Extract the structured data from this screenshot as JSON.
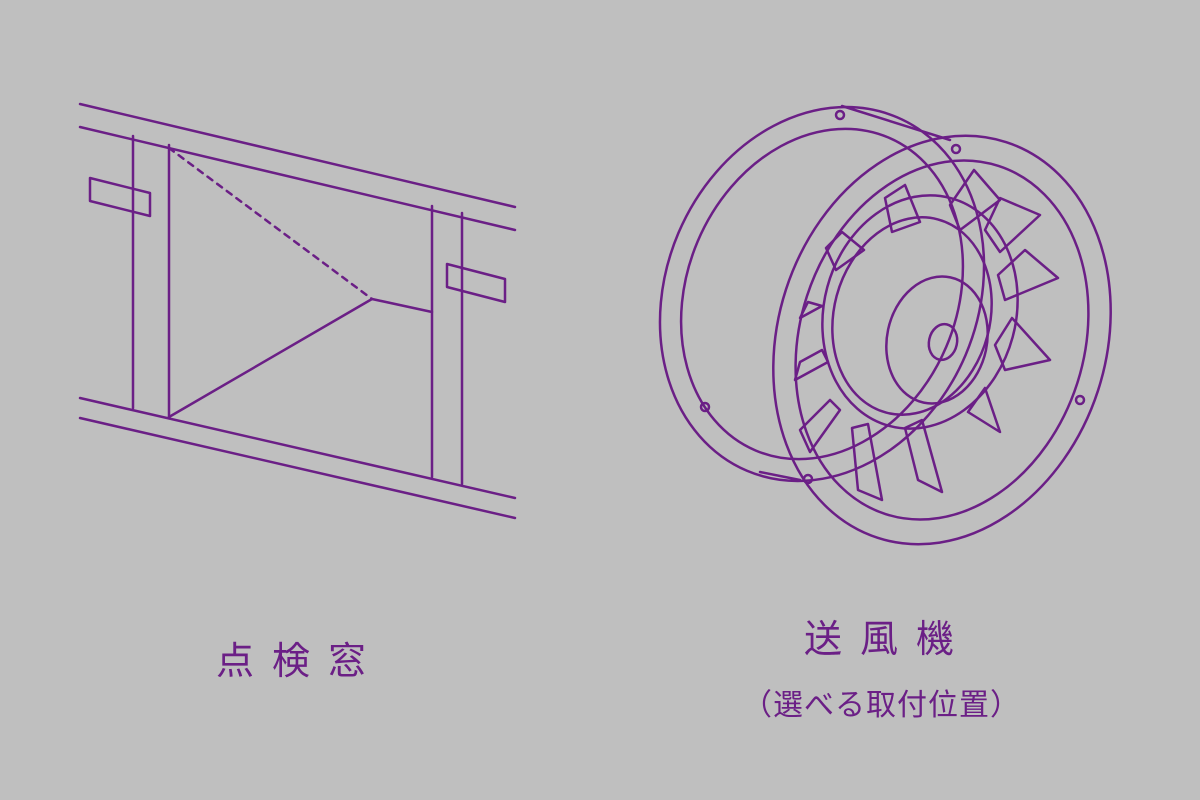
{
  "background_color": "#bfbfbf",
  "line_color": "#6b1f86",
  "items": [
    {
      "caption": "点検窓",
      "icon": "inspection-window-icon"
    },
    {
      "caption": "送風機",
      "sub_caption": "（選べる取付位置）",
      "icon": "blower-fan-icon"
    }
  ]
}
